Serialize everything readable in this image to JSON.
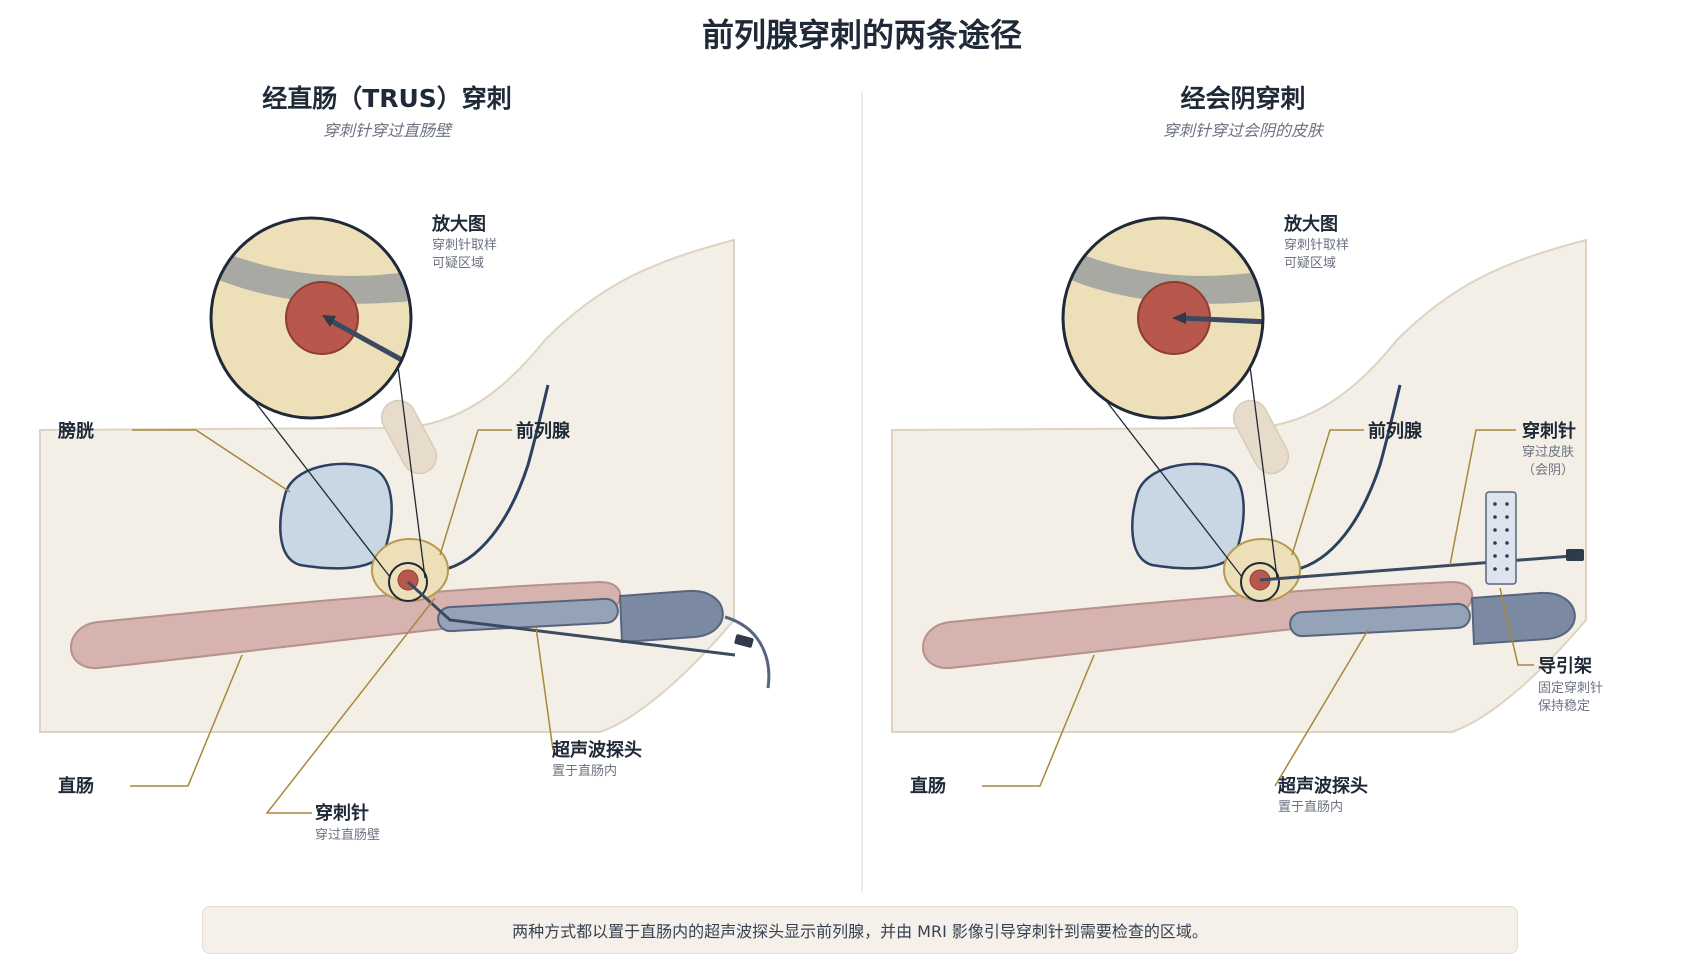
{
  "title": "前列腺穿刺的两条途径",
  "colors": {
    "body_fill": "#f3efe7",
    "body_edge": "#ddd3c2",
    "bladder_fill": "#c9d6e3",
    "bladder_edge": "#2c4160",
    "prostate_fill": "#ede0b8",
    "prostate_edge": "#b79a4f",
    "target_fill": "#b8574b",
    "rectum_fill": "#d6b3ae",
    "rectum_edge": "#b7918b",
    "probe_fill": "#7b8aa2",
    "probe_edge": "#56657d",
    "leader_line": "#a8873a",
    "navy": "#2c4160"
  },
  "panels": [
    {
      "title": "经直肠（TRUS）穿刺",
      "subtitle": "穿刺针穿过直肠壁",
      "zoom_title": "放大图",
      "zoom_note1": "穿刺针取样",
      "zoom_note2": "可疑区域",
      "bladder": "膀胱",
      "prostate": "前列腺",
      "rectum": "直肠",
      "probe": "超声波探头",
      "probe_note": "置于直肠内",
      "needle": "穿刺针",
      "needle_note": "穿过直肠壁"
    },
    {
      "title": "经会阴穿刺",
      "subtitle": "穿刺针穿过会阴的皮肤",
      "zoom_title": "放大图",
      "zoom_note1": "穿刺针取样",
      "zoom_note2": "可疑区域",
      "prostate": "前列腺",
      "needle": "穿刺针",
      "needle_note1": "穿过皮肤",
      "needle_note2": "（会阴）",
      "guide": "导引架",
      "guide_note1": "固定穿刺针",
      "guide_note2": "保持稳定",
      "rectum": "直肠",
      "probe": "超声波探头",
      "probe_note": "置于直肠内"
    }
  ],
  "caption": "两种方式都以置于直肠内的超声波探头显示前列腺，并由 MRI 影像引导穿刺针到需要检查的区域。"
}
